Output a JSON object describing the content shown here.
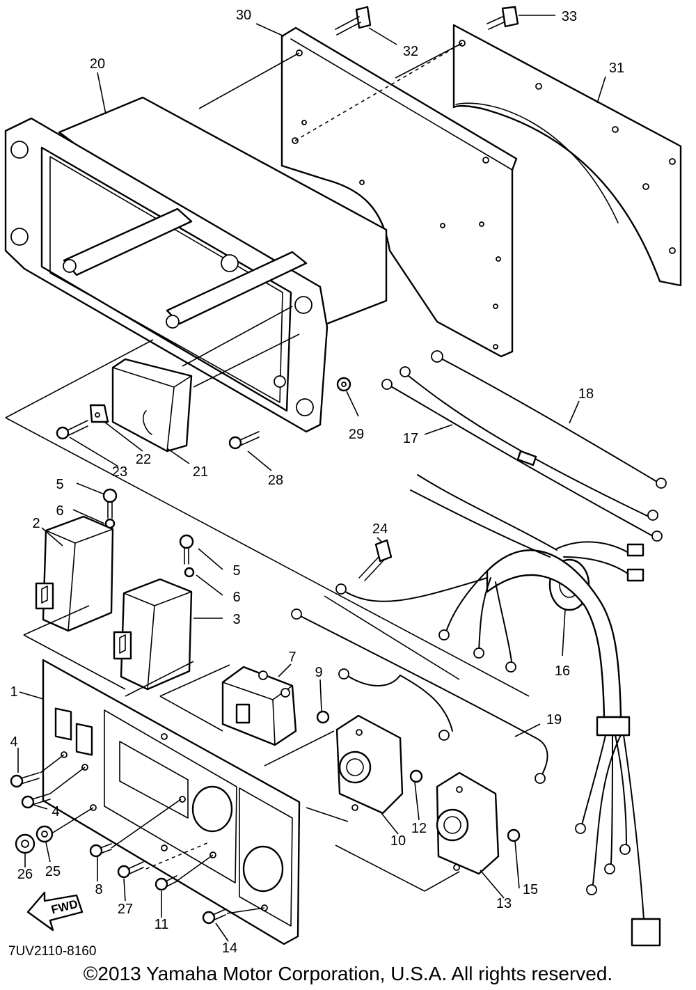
{
  "parts": [
    {
      "id": "p1",
      "number": "1"
    },
    {
      "id": "p2",
      "number": "2"
    },
    {
      "id": "p3",
      "number": "3"
    },
    {
      "id": "p4a",
      "number": "4"
    },
    {
      "id": "p4b",
      "number": "4"
    },
    {
      "id": "p5a",
      "number": "5"
    },
    {
      "id": "p5b",
      "number": "5"
    },
    {
      "id": "p6a",
      "number": "6"
    },
    {
      "id": "p6b",
      "number": "6"
    },
    {
      "id": "p7",
      "number": "7"
    },
    {
      "id": "p8",
      "number": "8"
    },
    {
      "id": "p9",
      "number": "9"
    },
    {
      "id": "p10",
      "number": "10"
    },
    {
      "id": "p11",
      "number": "11"
    },
    {
      "id": "p12",
      "number": "12"
    },
    {
      "id": "p13",
      "number": "13"
    },
    {
      "id": "p14",
      "number": "14"
    },
    {
      "id": "p15",
      "number": "15"
    },
    {
      "id": "p16",
      "number": "16"
    },
    {
      "id": "p17",
      "number": "17"
    },
    {
      "id": "p18",
      "number": "18"
    },
    {
      "id": "p19",
      "number": "19"
    },
    {
      "id": "p20",
      "number": "20"
    },
    {
      "id": "p21",
      "number": "21"
    },
    {
      "id": "p22",
      "number": "22"
    },
    {
      "id": "p23",
      "number": "23"
    },
    {
      "id": "p24",
      "number": "24"
    },
    {
      "id": "p25",
      "number": "25"
    },
    {
      "id": "p26",
      "number": "26"
    },
    {
      "id": "p27",
      "number": "27"
    },
    {
      "id": "p28",
      "number": "28"
    },
    {
      "id": "p29",
      "number": "29"
    },
    {
      "id": "p30",
      "number": "30"
    },
    {
      "id": "p31",
      "number": "31"
    },
    {
      "id": "p32",
      "number": "32"
    },
    {
      "id": "p33",
      "number": "33"
    }
  ],
  "direction_label": "FWD",
  "diagram_code": "7UV2110-8160",
  "copyright": "©2013 Yamaha Motor Corporation, U.S.A. All rights reserved."
}
